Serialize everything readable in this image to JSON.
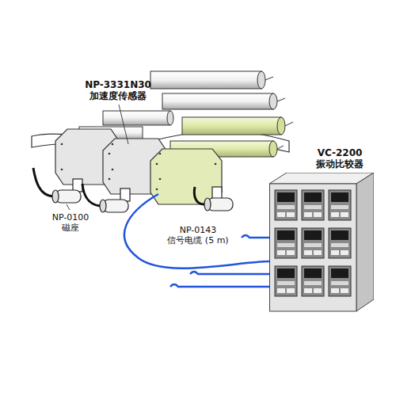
{
  "diagram": {
    "nodes": [
      {
        "text": [
          "VC-2200 振动比较器"
        ]
      }
    ],
    "labels": [
      "NP-3331N30 加速度传感器",
      "NP-0100 磁座",
      "NP-0143 信号电缆 (5 m)"
    ]
  }
}
